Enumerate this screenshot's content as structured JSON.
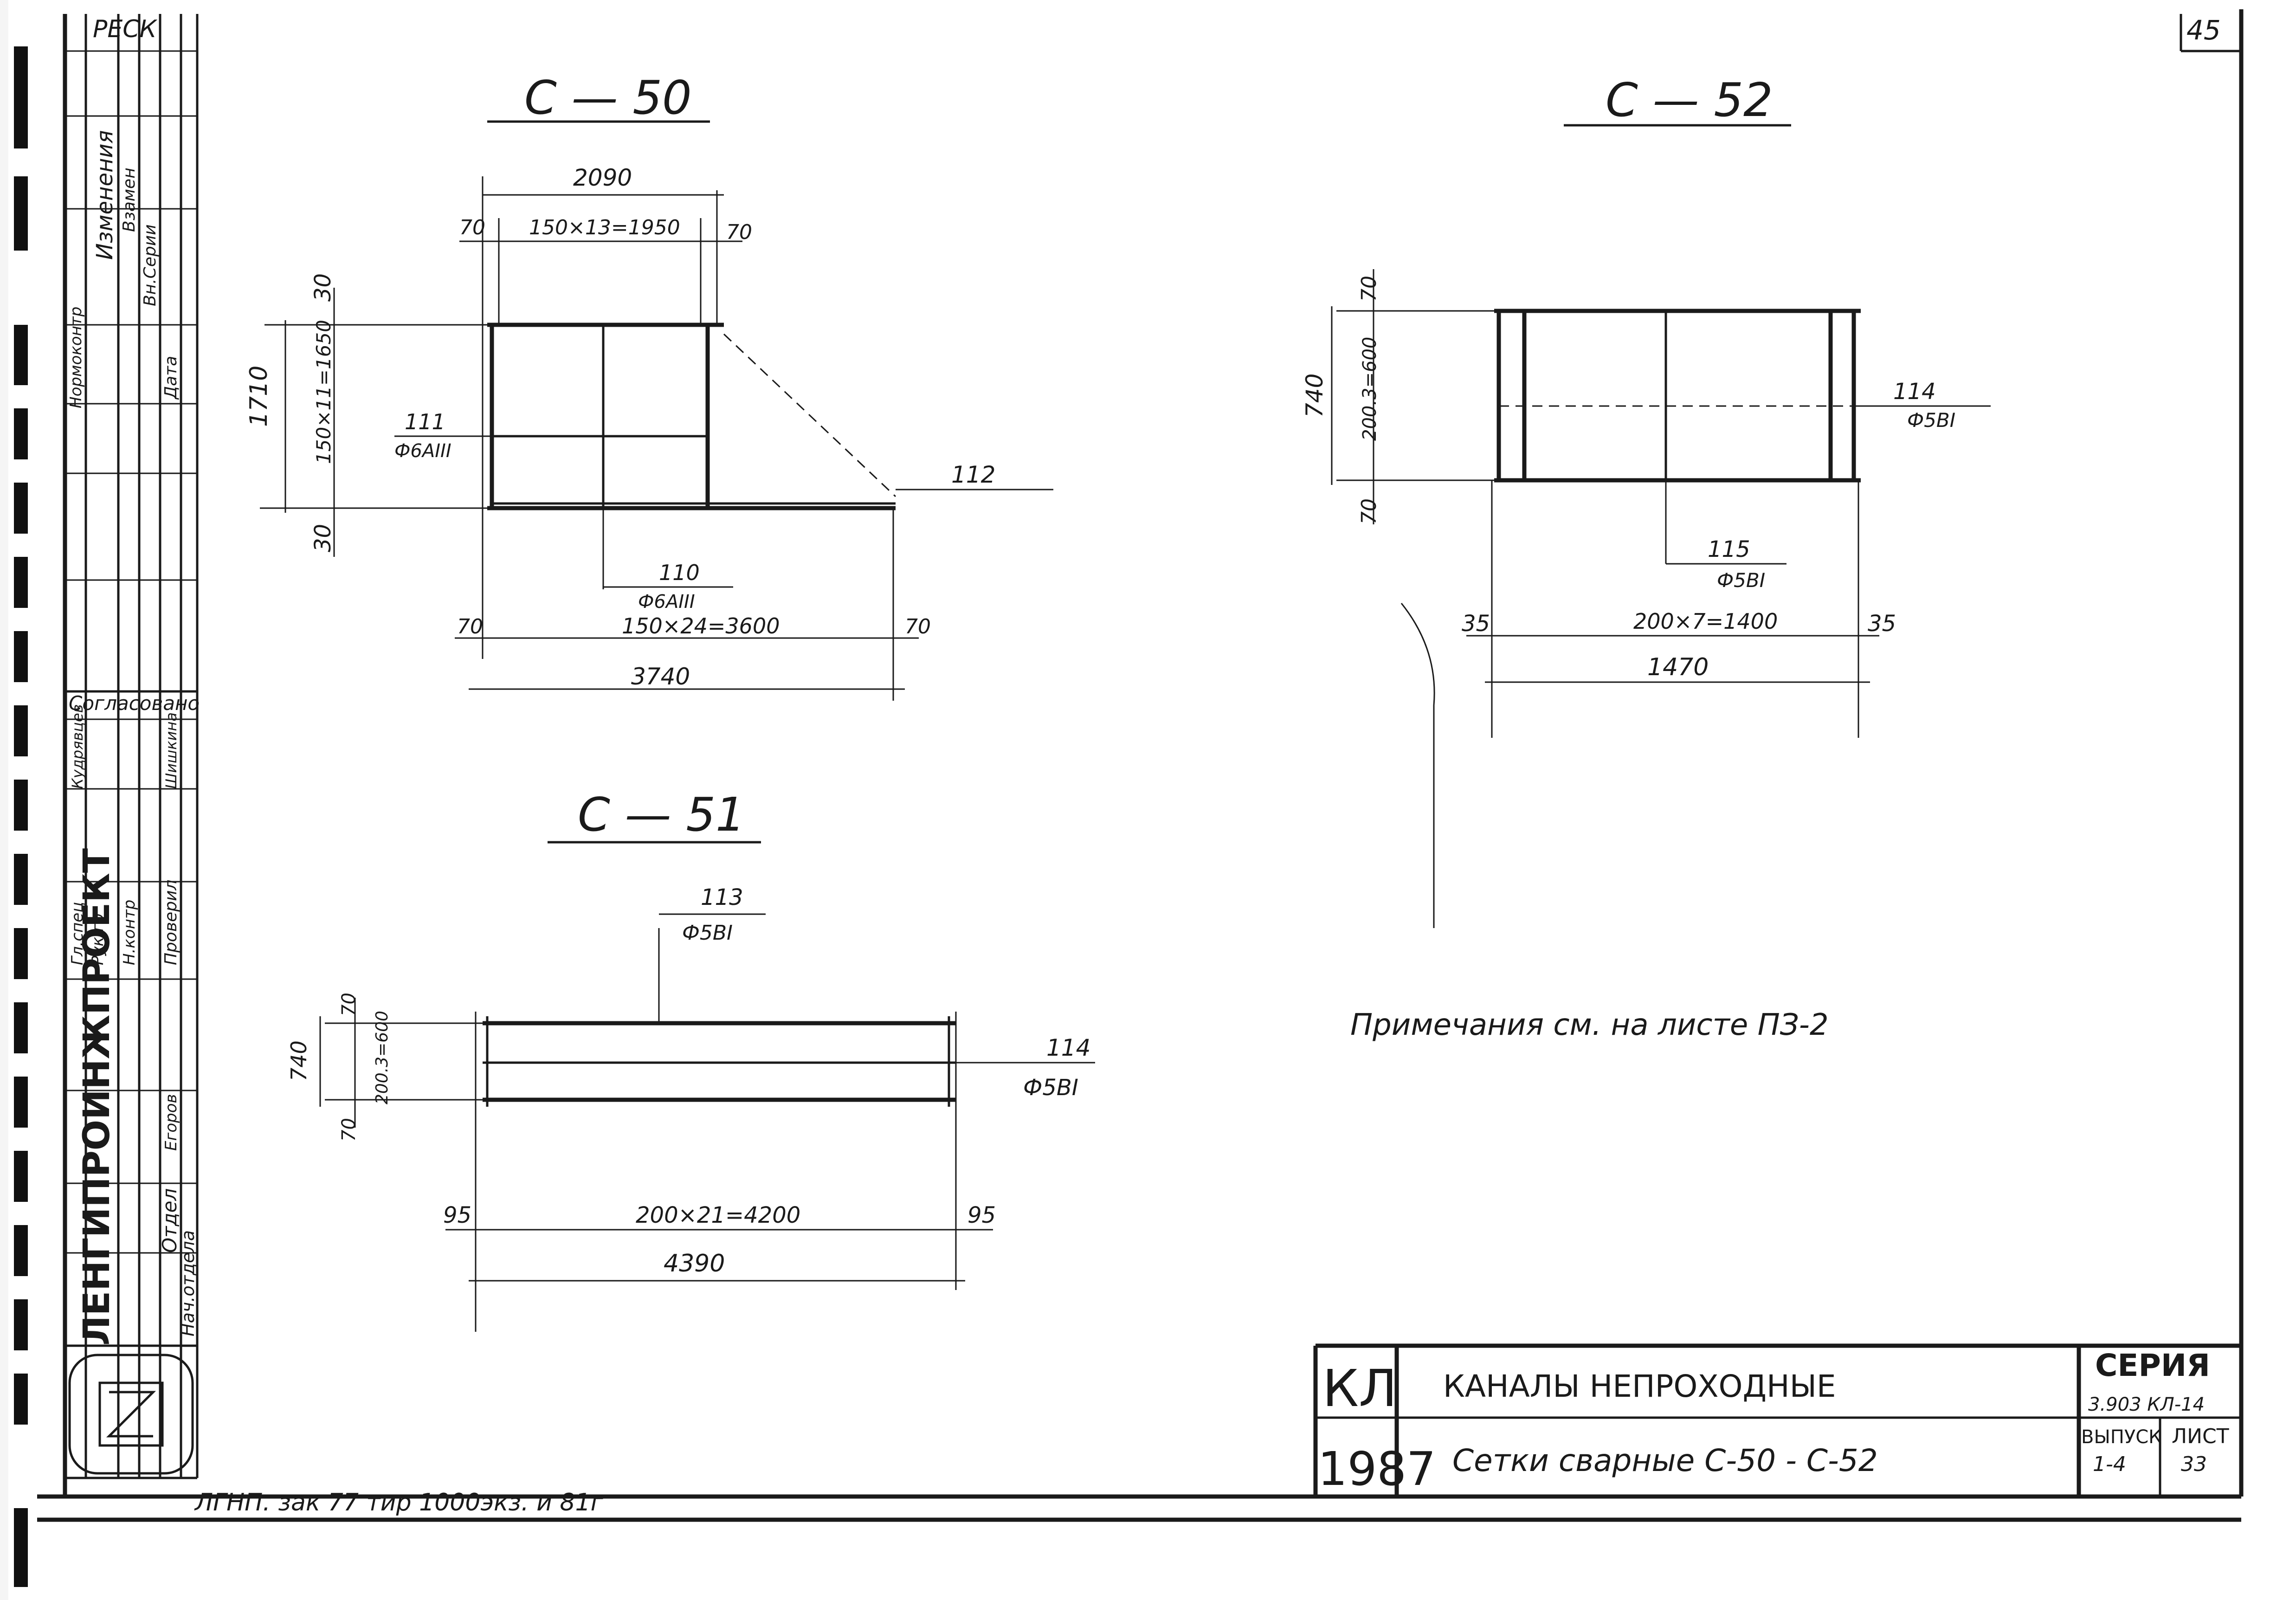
{
  "sheet_number": "45",
  "stamp_corner": "РЕСК",
  "org": "ЛЕНГИПРОИНЖПРОЕКТ",
  "revisions_header": {
    "title": "Изменения",
    "cols": [
      "Взамен",
      "Вн.Серии",
      "Дата"
    ],
    "extra": "Нормоконтр"
  },
  "agreed": "Согласовано",
  "signatures": {
    "roles": [
      "Гл.спец",
      "Рук.гр",
      "Н.контр",
      "Проверил",
      "Нач.отдела"
    ],
    "names": [
      "Кудрявцев",
      "Егоров",
      "Шишкина"
    ],
    "dept_label": "Отдел"
  },
  "print_note": "ЛГНП. зак 77 тир 1000экз. и 81г",
  "drawings": {
    "c50": {
      "title": "С — 50",
      "top_overall": "2090",
      "top_left": "70",
      "top_mid": "150×13=1950",
      "top_right": "70",
      "side_overall": "1710",
      "side_top": "30",
      "side_mid": "150×11=1650",
      "side_bottom": "30",
      "pos_long": "111",
      "pos_long_bar": "Ф6АIII",
      "pos_cross": "110",
      "pos_cross_bar": "Ф6АIII",
      "pos_ext": "112",
      "bot_left": "70",
      "bot_mid": "150×24=3600",
      "bot_right": "70",
      "bot_overall": "3740"
    },
    "c51": {
      "title": "С — 51",
      "pos_cross": "113",
      "pos_cross_bar": "Ф5ВI",
      "pos_long": "114",
      "pos_long_bar": "Ф5ВI",
      "side_overall": "740",
      "side_top": "70",
      "side_mid": "200.3=600",
      "side_bottom": "70",
      "bot_left": "95",
      "bot_mid": "200×21=4200",
      "bot_right": "95",
      "bot_overall": "4390"
    },
    "c52": {
      "title": "С — 52",
      "side_overall": "740",
      "side_top": "70",
      "side_mid": "200.3=600",
      "side_bottom": "70",
      "pos_long": "114",
      "pos_long_bar": "Ф5ВI",
      "pos_cross": "115",
      "pos_cross_bar": "Ф5ВI",
      "bot_left": "35",
      "bot_mid": "200×7=1400",
      "bot_right": "35",
      "bot_overall": "1470"
    }
  },
  "note": "Примечания   см.   на  листе  ПЗ-2",
  "title_block": {
    "code": "КЛ",
    "year": "1987",
    "title1": "КАНАЛЫ  НЕПРОХОДНЫЕ",
    "title2": "Сетки    сварные  С-50 - С-52",
    "series_label": "СЕРИЯ",
    "series_value": "3.903 КЛ-14",
    "issue_label": "ВЫПУСК",
    "issue_value": "1-4",
    "sheet_label": "ЛИСТ",
    "sheet_value": "33"
  }
}
